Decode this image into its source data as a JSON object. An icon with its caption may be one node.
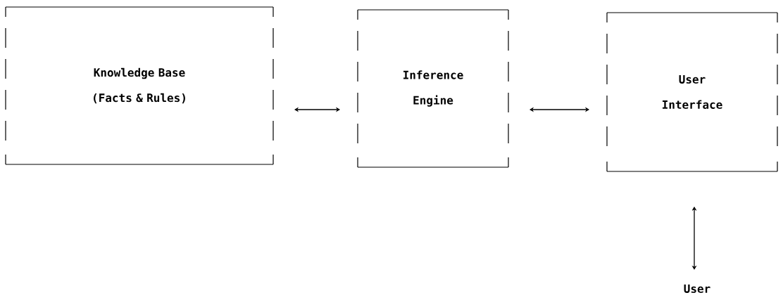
{
  "diagram": {
    "nodes": [
      {
        "text": [
          "Knowledge Base (Facts & Rules)"
        ]
      },
      {
        "text": [
          "Inference Engine"
        ]
      },
      {
        "text": [
          "User Interface"
        ]
      },
      {
        "text": [
          "User"
        ]
      }
    ],
    "edges": [
      {
        "from": 0,
        "to": 1,
        "arrow": "both"
      },
      {
        "from": 1,
        "to": 2,
        "arrow": "both"
      },
      {
        "from": 2,
        "to": 3,
        "arrow": "both"
      }
    ]
  }
}
